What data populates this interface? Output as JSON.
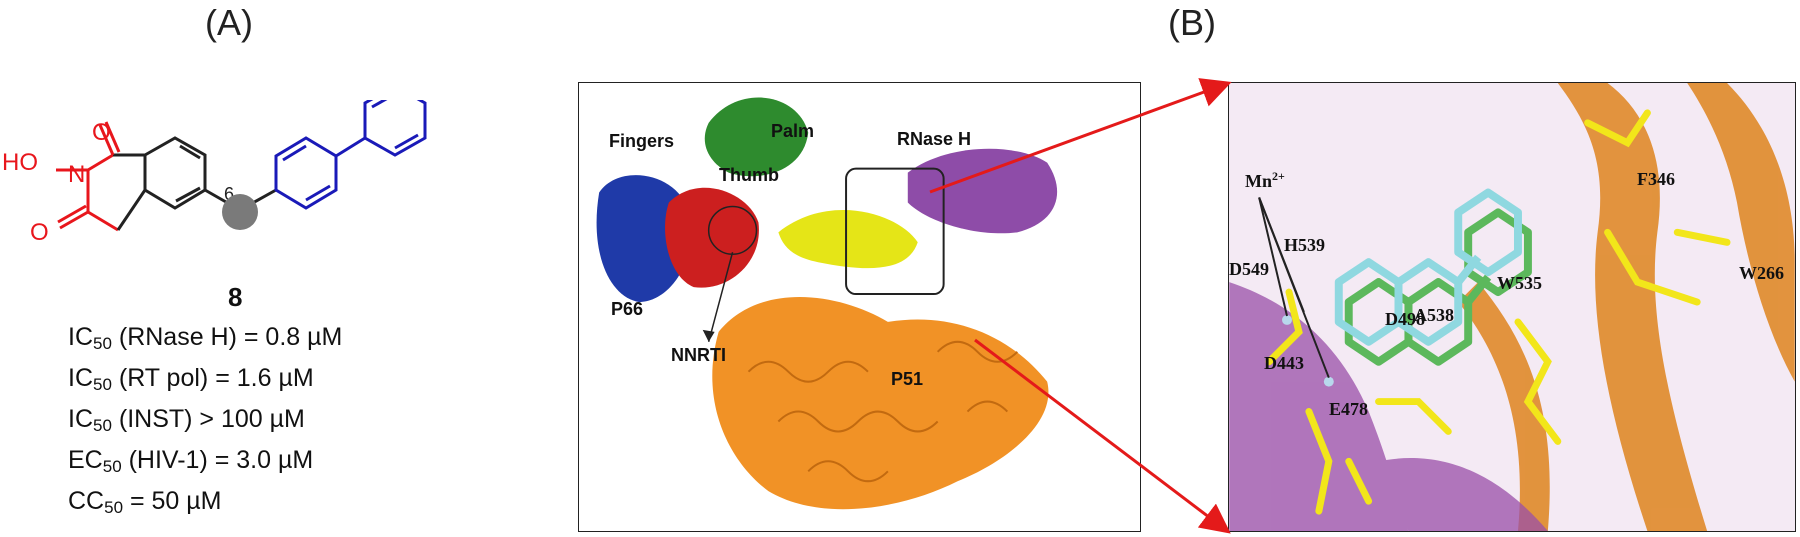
{
  "panels": {
    "a_label": "(A)",
    "b_label": "(B)"
  },
  "molecule": {
    "ho_label": "HO",
    "n_label": "N",
    "o_top": "O",
    "o_bottom": "O",
    "position_label": "6",
    "compound_number": "8",
    "colors": {
      "core": "#e8161c",
      "biphenyl": "#1a1ab8",
      "bond": "#222222",
      "site": "#7a7a7a"
    }
  },
  "activities": [
    {
      "prefix": "IC",
      "sub": "50",
      "rest": " (RNase H) = 0.8 µM"
    },
    {
      "prefix": "IC",
      "sub": "50",
      "rest": " (RT pol) = 1.6 µM"
    },
    {
      "prefix": "IC",
      "sub": "50",
      "rest": " (INST) > 100 µM"
    },
    {
      "prefix": "EC",
      "sub": "50",
      "rest": " (HIV-1) = 3.0 µM"
    },
    {
      "prefix": "CC",
      "sub": "50",
      "rest": " = 50 µM"
    }
  ],
  "protein": {
    "domains": {
      "fingers": "Fingers",
      "palm": "Palm",
      "rnaseh": "RNase H",
      "thumb": "Thumb",
      "p66": "P66",
      "p51": "P51",
      "nnrti": "NNRTI"
    },
    "colors": {
      "fingers": "#1f3aa8",
      "thumb": "#cc1f1f",
      "palm": "#2e8b2e",
      "connection": "#e5e517",
      "rnaseh": "#8e4ca8",
      "p51": "#f08c1a"
    }
  },
  "zoom": {
    "mn_label": "Mn",
    "mn_charge": "2+",
    "residues": {
      "h539": "H539",
      "a538": "A538",
      "f346": "F346",
      "w266": "W266",
      "d549": "D549",
      "w535": "W535",
      "d498": "D498",
      "d443": "D443",
      "e478": "E478"
    },
    "colors": {
      "ligand_green": "#5cb85c",
      "ligand_cyan": "#8fd8e0",
      "residue": "#f2e61a",
      "helix_orange": "#e08a2a",
      "helix_purple": "#9a4fa8",
      "arrow": "#e41a1a"
    }
  }
}
